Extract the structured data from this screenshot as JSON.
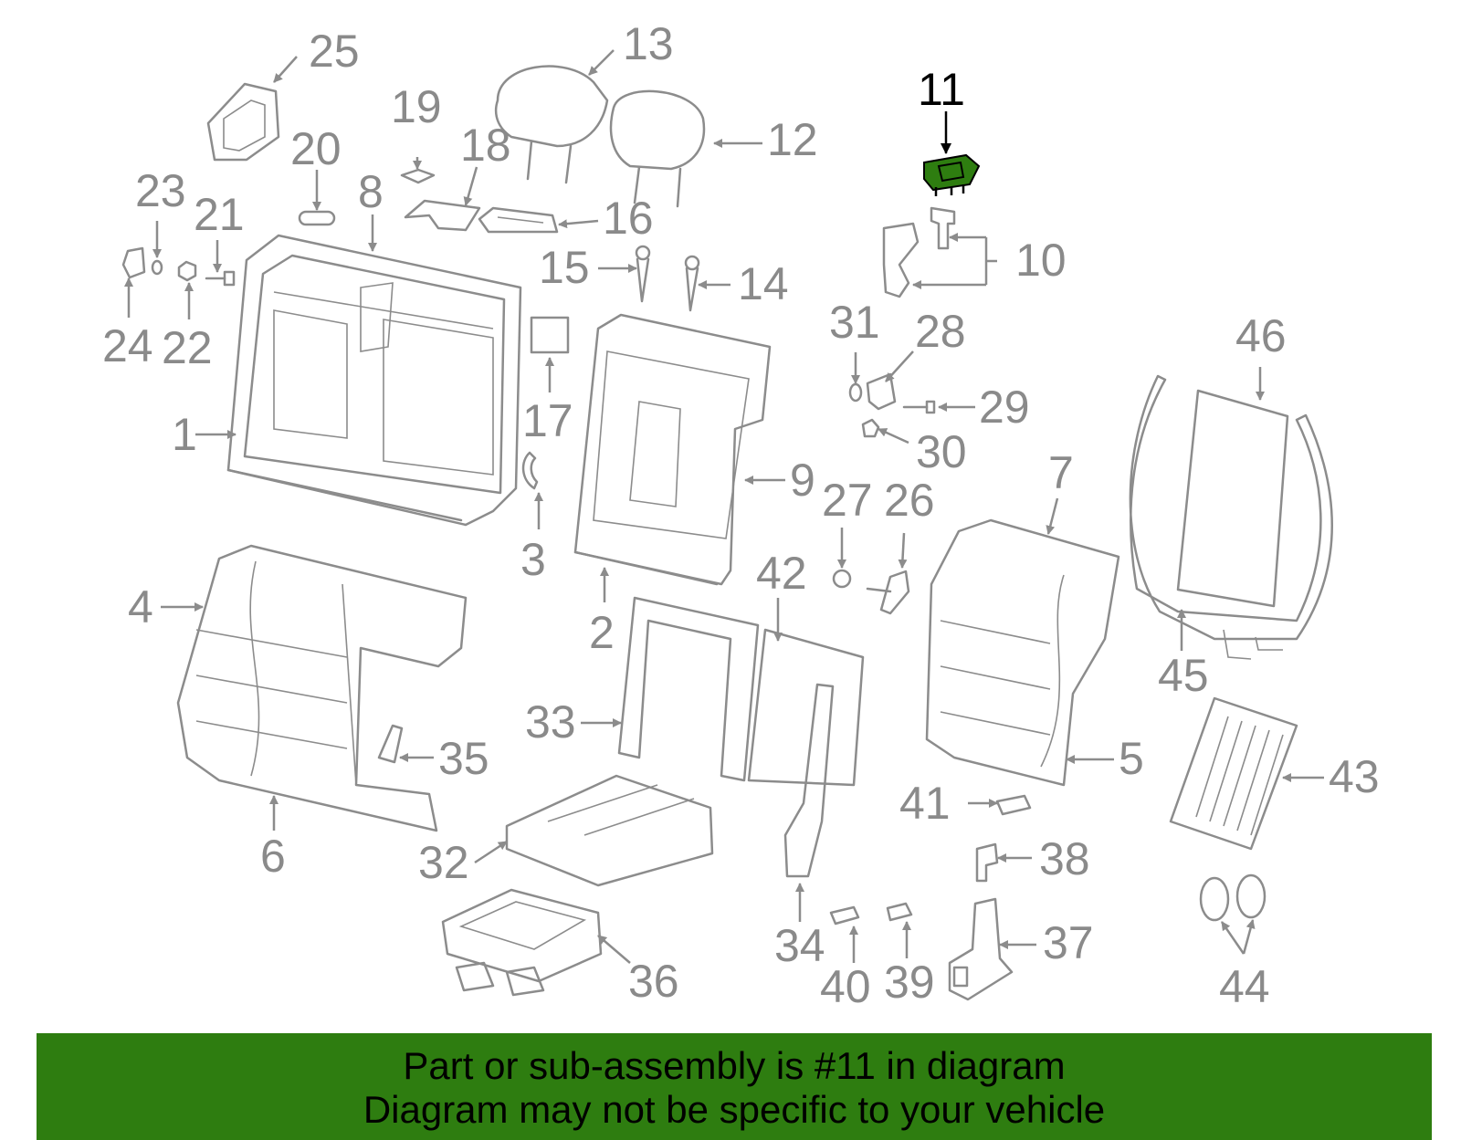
{
  "diagram": {
    "callouts": [
      "1",
      "2",
      "3",
      "4",
      "5",
      "6",
      "7",
      "8",
      "9",
      "10",
      "11",
      "12",
      "13",
      "14",
      "15",
      "16",
      "17",
      "18",
      "19",
      "20",
      "21",
      "22",
      "23",
      "24",
      "25",
      "26",
      "27",
      "28",
      "29",
      "30",
      "31",
      "32",
      "33",
      "34",
      "35",
      "36",
      "37",
      "38",
      "39",
      "40",
      "41",
      "42",
      "43",
      "44",
      "45",
      "46"
    ],
    "highlighted_part": "11",
    "highlight_color": "#2e7d10",
    "line_color": "#8c8c8c"
  },
  "banner": {
    "line1": "Part or sub-assembly is #11 in diagram",
    "line2": "Diagram may not be specific to your vehicle",
    "background": "#2e7d10"
  }
}
